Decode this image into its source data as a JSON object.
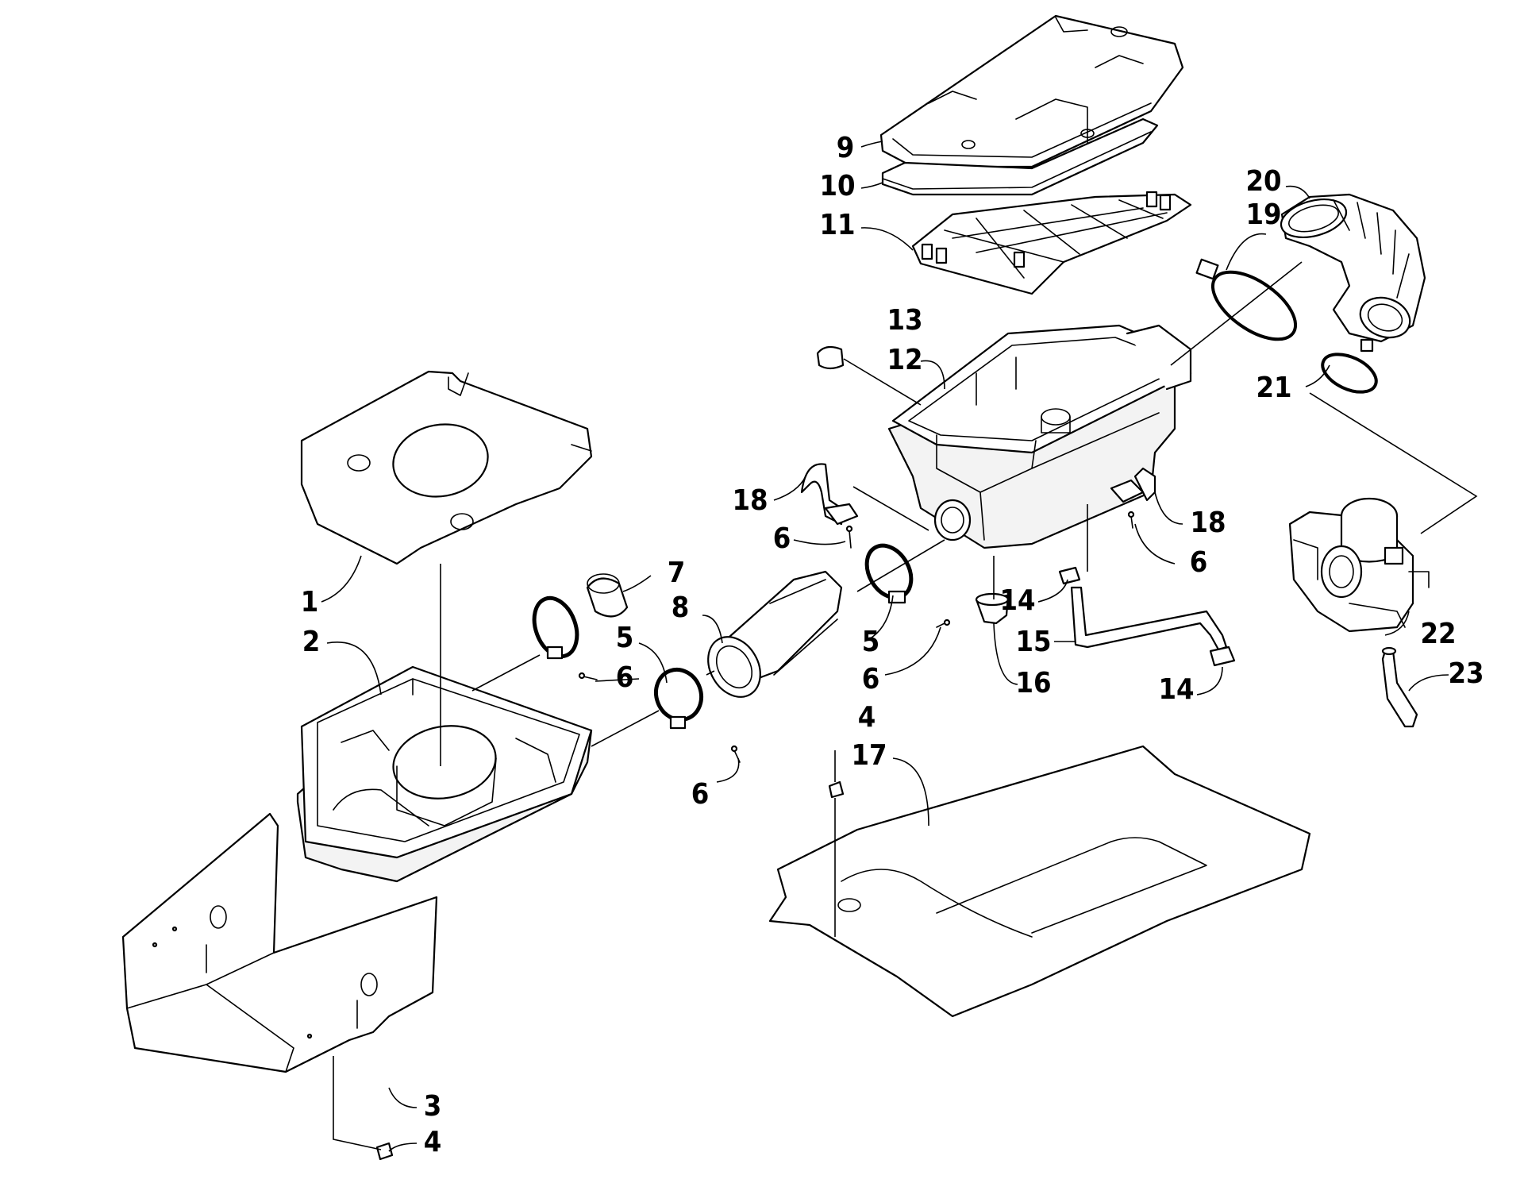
{
  "diagram": {
    "callouts": [
      {
        "id": "c1",
        "label": "1"
      },
      {
        "id": "c2",
        "label": "2"
      },
      {
        "id": "c3",
        "label": "3"
      },
      {
        "id": "c4a",
        "label": "4"
      },
      {
        "id": "c4b",
        "label": "4"
      },
      {
        "id": "c5a",
        "label": "5"
      },
      {
        "id": "c5b",
        "label": "5"
      },
      {
        "id": "c6a",
        "label": "6"
      },
      {
        "id": "c6b",
        "label": "6"
      },
      {
        "id": "c6c",
        "label": "6"
      },
      {
        "id": "c6d",
        "label": "6"
      },
      {
        "id": "c6e",
        "label": "6"
      },
      {
        "id": "c7",
        "label": "7"
      },
      {
        "id": "c8",
        "label": "8"
      },
      {
        "id": "c9",
        "label": "9"
      },
      {
        "id": "c10",
        "label": "10"
      },
      {
        "id": "c11",
        "label": "11"
      },
      {
        "id": "c12",
        "label": "12"
      },
      {
        "id": "c13",
        "label": "13"
      },
      {
        "id": "c14a",
        "label": "14"
      },
      {
        "id": "c14b",
        "label": "14"
      },
      {
        "id": "c15",
        "label": "15"
      },
      {
        "id": "c16",
        "label": "16"
      },
      {
        "id": "c17",
        "label": "17"
      },
      {
        "id": "c18a",
        "label": "18"
      },
      {
        "id": "c18b",
        "label": "18"
      },
      {
        "id": "c19",
        "label": "19"
      },
      {
        "id": "c20",
        "label": "20"
      },
      {
        "id": "c21",
        "label": "21"
      },
      {
        "id": "c22",
        "label": "22"
      },
      {
        "id": "c23",
        "label": "23"
      }
    ]
  }
}
